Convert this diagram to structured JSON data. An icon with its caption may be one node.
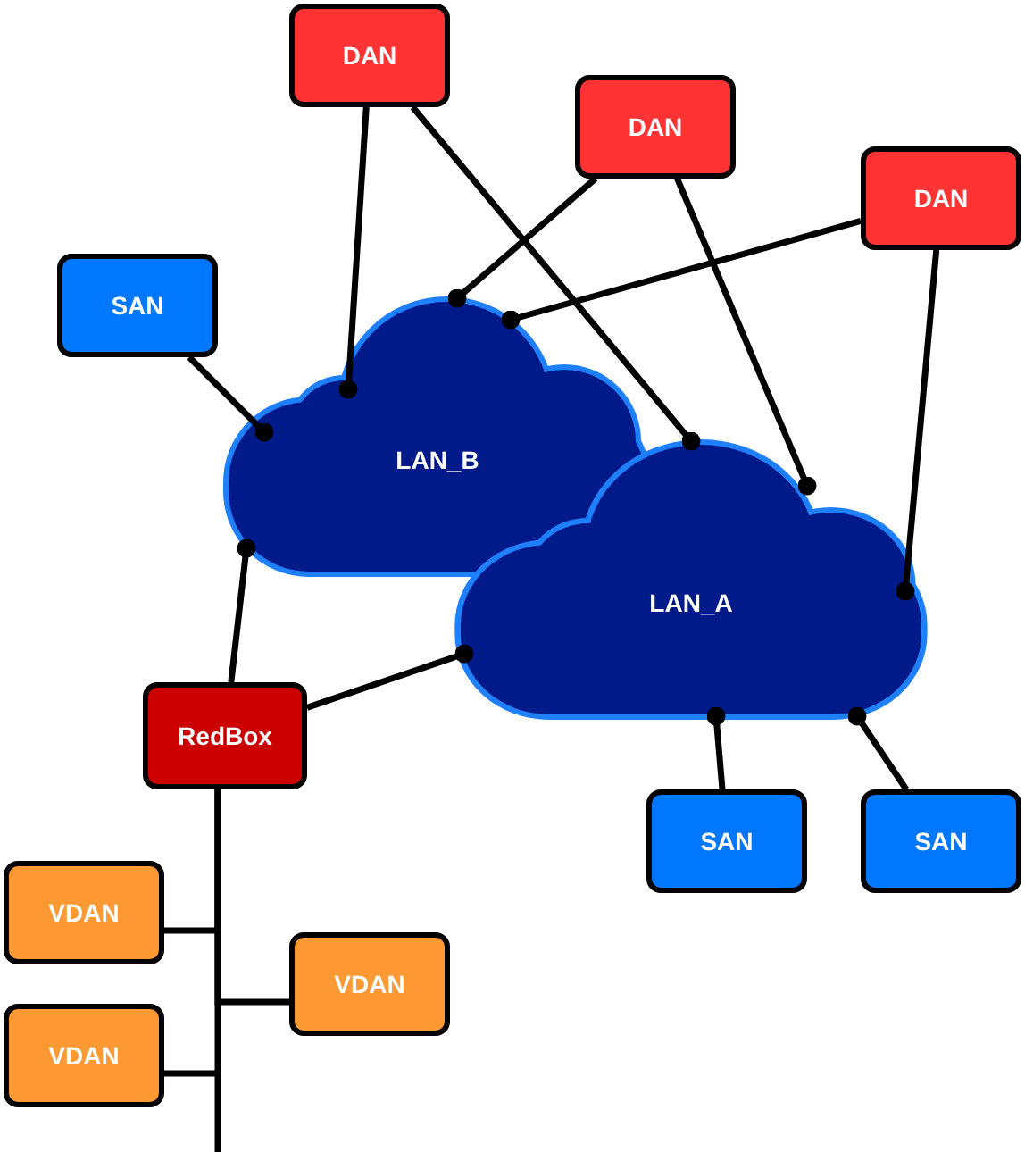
{
  "diagram": {
    "nodes": [
      {
        "text": [
          "DAN"
        ]
      },
      {
        "text": [
          "DAN"
        ]
      },
      {
        "text": [
          "DAN"
        ]
      },
      {
        "text": [
          "SAN"
        ]
      },
      {
        "text": [
          "LAN_B"
        ]
      },
      {
        "text": [
          "LAN_A"
        ]
      },
      {
        "text": [
          "RedBox"
        ]
      },
      {
        "text": [
          "SAN"
        ]
      },
      {
        "text": [
          "SAN"
        ]
      },
      {
        "text": [
          "VDAN"
        ]
      },
      {
        "text": [
          "VDAN"
        ]
      },
      {
        "text": [
          "VDAN"
        ]
      }
    ],
    "edges": [
      {
        "from": 0,
        "to": 4,
        "arrow": "other"
      },
      {
        "from": 0,
        "to": 5,
        "arrow": "other"
      },
      {
        "from": 1,
        "to": 4,
        "arrow": "other"
      },
      {
        "from": 1,
        "to": 5,
        "arrow": "other"
      },
      {
        "from": 2,
        "to": 4,
        "arrow": "other"
      },
      {
        "from": 2,
        "to": 5,
        "arrow": "other"
      },
      {
        "from": 3,
        "to": 4,
        "arrow": "other"
      },
      {
        "from": 6,
        "to": 4,
        "arrow": "other"
      },
      {
        "from": 6,
        "to": 5,
        "arrow": "other"
      },
      {
        "from": 7,
        "to": 5,
        "arrow": "other"
      },
      {
        "from": 8,
        "to": 5,
        "arrow": "other"
      },
      {
        "from": 6,
        "to": 9,
        "arrow": "none"
      },
      {
        "from": 6,
        "to": 10,
        "arrow": "none"
      },
      {
        "from": 6,
        "to": 11,
        "arrow": "none"
      }
    ]
  }
}
